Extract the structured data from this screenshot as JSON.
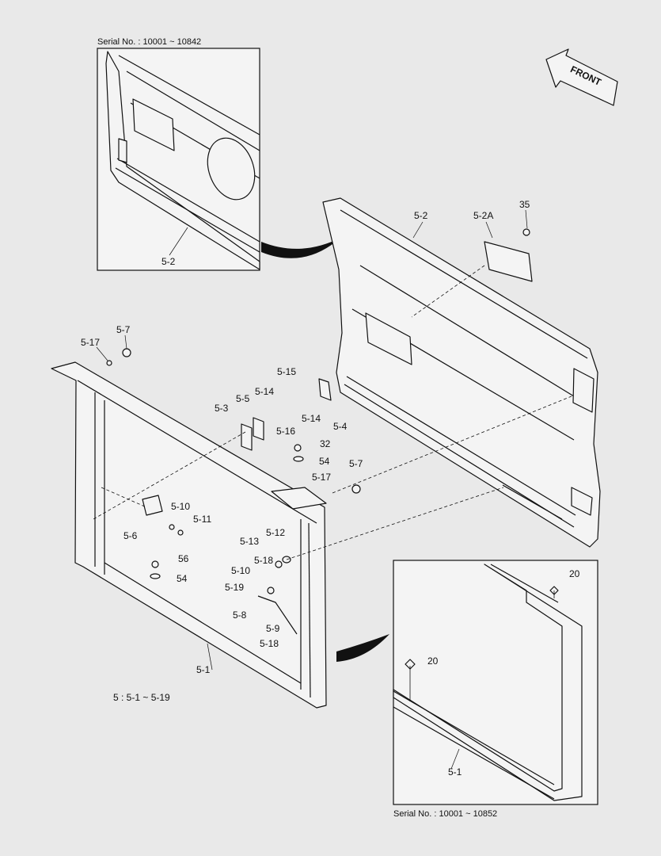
{
  "serial_top": "Serial No. : 10001 ~ 10842",
  "serial_bottom": "Serial No. : 10001 ~ 10852",
  "front_label": "FRONT",
  "assembly_note": "5 : 5-1 ~ 5-19",
  "labels": {
    "l_5_2_inset": "5-2",
    "l_5_2": "5-2",
    "l_5_2A": "5-2A",
    "l_35": "35",
    "l_5_7a": "5-7",
    "l_5_17a": "5-17",
    "l_5_15": "5-15",
    "l_5_14a": "5-14",
    "l_5_5": "5-5",
    "l_5_3": "5-3",
    "l_5_16": "5-16",
    "l_5_14b": "5-14",
    "l_5_4": "5-4",
    "l_32": "32",
    "l_54a": "54",
    "l_5_7b": "5-7",
    "l_5_17b": "5-17",
    "l_5_10a": "5-10",
    "l_5_11": "5-11",
    "l_5_6": "5-6",
    "l_5_12": "5-12",
    "l_5_13": "5-13",
    "l_5_18a": "5-18",
    "l_5_10b": "5-10",
    "l_5_19": "5-19",
    "l_56": "56",
    "l_54b": "54",
    "l_5_8": "5-8",
    "l_5_9": "5-9",
    "l_5_18b": "5-18",
    "l_5_1": "5-1",
    "l_20a": "20",
    "l_20b": "20",
    "l_5_1_inset": "5-1"
  }
}
